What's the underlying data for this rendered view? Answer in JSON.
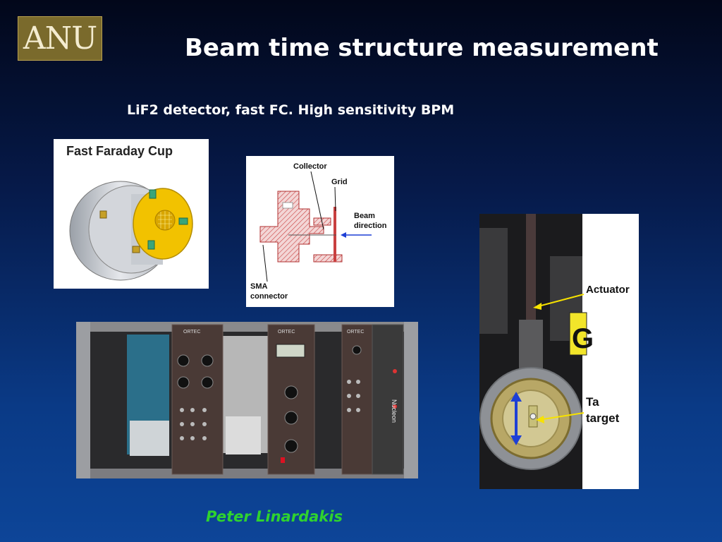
{
  "slide": {
    "logo_text": "ANU",
    "title": "Beam time structure measurement",
    "subtitle": "LiF2 detector, fast FC. High sensitivity BPM",
    "author": "Peter Linardakis"
  },
  "figures": {
    "faraday_cup": {
      "caption": "Fast Faraday Cup"
    },
    "cross_section": {
      "collector": "Collector",
      "grid": "Grid",
      "beam_line1": "Beam",
      "beam_line2": "direction",
      "sma_line1": "SMA",
      "sma_line2": "connector"
    },
    "nim_rack": {
      "brand": "ORTEC",
      "vendor": "Nucleon"
    },
    "target_assembly": {
      "actuator": "Actuator",
      "target_line1": "Ta",
      "target_line2": "target",
      "sign_letter": "G"
    }
  },
  "colors": {
    "title": "#ffffff",
    "author": "#2fd32f",
    "logo_bg": "#7a6a2c",
    "cup_gold": "#f2c200",
    "hatch_red": "#c94040",
    "arrow_blue": "#1d3fd6",
    "pointer_yellow": "#f7e200"
  }
}
